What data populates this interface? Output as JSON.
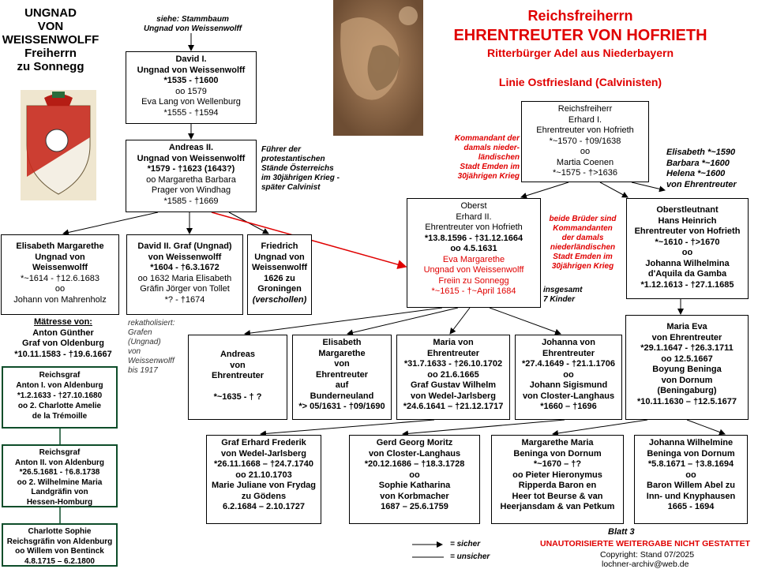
{
  "title_left": [
    "UNGNAD",
    "VON",
    "WEISSENWOLFF",
    "Freiherrn",
    "zu Sonnegg"
  ],
  "header": {
    "line1": "Reichsfreiherrn",
    "line2": "EHRENTREUTER    VON    HOFRIETH",
    "line3": "Ritterbürger Adel aus Niederbayern",
    "line4": "Linie Ostfriesland (Calvinisten)"
  },
  "notes": {
    "see_tree": [
      "siehe: Stammbaum",
      "Ungnad von Weissenwolff"
    ],
    "fuehrer": [
      "Führer der",
      "protestantischen",
      "Stände Österreichs",
      "im 30jährigen Krieg -",
      "später Calvinist"
    ],
    "kommandant": [
      "Kommandant der",
      "damals nieder-",
      "ländischen",
      "Stadt Emden im",
      "30jährigen Krieg"
    ],
    "brueder": [
      "beide Brüder sind",
      "Kommandanten",
      "der damals",
      "niederländischen",
      "Stadt Emden im",
      "30jährigen Krieg"
    ],
    "sisters": [
      "Elisabeth *~1590",
      "Barbara  *~1600",
      "Helena    *~1600",
      "von Ehrentreuter"
    ],
    "insgesamt": [
      "insgesamt",
      "7 Kinder"
    ],
    "rekatholisiert": [
      "rekatholisiert:",
      "Grafen",
      "(Ungnad)",
      "von",
      "Weissenwolff",
      "bis 1917"
    ],
    "maetresse": [
      "Mätresse von:",
      "Anton Günther",
      "Graf von Oldenburg",
      "*10.11.1583 - †19.6.1667"
    ]
  },
  "boxes": {
    "david1": [
      "David I.",
      "Ungnad von Weissenwolff",
      "*1535 - †1600",
      "oo 1579",
      "Eva Lang von Wellenburg",
      "*1555 - †1594"
    ],
    "andreas2": [
      "Andreas II.",
      "Ungnad von Weissenwolff",
      "*1579 - †1623 (1643?)",
      "oo Margaretha Barbara",
      "Prager von Windhag",
      "*1585 - †1669"
    ],
    "elisabeth_margarethe_u": [
      "Elisabeth Margarethe",
      "Ungnad von",
      "Weissenwolff",
      "*~1614 - †12.6.1683",
      "oo",
      "Johann von Mahrenholz"
    ],
    "david2": [
      "David II. Graf (Ungnad)",
      "von Weissenwolff",
      "*1604 - †6.3.1672",
      "oo 1632 Maria Elisabeth",
      "Gräfin Jörger von Tollet",
      "*? - †1674"
    ],
    "friedrich": [
      "Friedrich",
      "Ungnad von",
      "Weissenwolff",
      "1626 zu",
      "Groningen",
      "(verschollen)"
    ],
    "erhard1": [
      "Reichsfreiherr",
      "Erhard I.",
      "Ehrentreuter von Hofrieth",
      "*~1570 - †09/1638",
      "oo",
      "Martia Coenen",
      "*~1575 - †>1636"
    ],
    "erhard2": [
      "Oberst",
      "Erhard II.",
      "Ehrentreuter von Hofrieth",
      "*13.8.1596 - †31.12.1664",
      "oo 4.5.1631"
    ],
    "erhard2_wife": [
      "Eva Margarethe",
      "Ungnad von Weissenwolff",
      "Freiin zu Sonnegg",
      "*~1615 - †~April 1684"
    ],
    "hans_heinrich": [
      "Oberstleutnant",
      "Hans Heinrich",
      "Ehrentreuter von Hofrieth",
      "*~1610 - †>1670",
      "oo",
      "Johanna Wilhelmina",
      "d'Aquila  da Gamba",
      "*1.12.1613 - †27.1.1685"
    ],
    "andreas_e": [
      "Andreas",
      "von",
      "Ehrentreuter",
      "",
      "*~1635 - † ?"
    ],
    "elisabeth_margarethe_e": [
      "Elisabeth",
      "Margarethe",
      "von",
      "Ehrentreuter",
      "auf",
      "Bunderneuland",
      "*> 05/1631 - †09/1690"
    ],
    "maria": [
      "Maria von",
      "Ehrentreuter",
      "*31.7.1633 - †26.10.1702",
      "oo 21.6.1665",
      "Graf Gustav Wilhelm",
      "von Wedel-Jarlsberg",
      "*24.6.1641 – †21.12.1717"
    ],
    "johanna": [
      "Johanna von",
      "Ehrentreuter",
      "*27.4.1649 - †21.1.1706",
      "oo",
      "Johann Sigismund",
      "von Closter-Langhaus",
      "*1660 – †1696"
    ],
    "maria_eva": [
      "Maria Eva",
      "von Ehrentreuter",
      "*29.1.1647 - †26.3.1711",
      "oo 12.5.1667",
      "Boyung Beninga",
      "von Dornum",
      "(Beningaburg)",
      "*10.11.1630 – †12.5.1677"
    ],
    "erhard_frederik": [
      "Graf Erhard Frederik",
      "von Wedel-Jarlsberg",
      "*26.11.1668 – †24.7.1740",
      "oo 21.10.1703",
      "Marie Juliane von Frydag",
      "zu Gödens",
      "6.2.1684 – 2.10.1727"
    ],
    "gerd_georg": [
      "Gerd Georg Moritz",
      "von Closter-Langhaus",
      "*20.12.1686 – †18.3.1728",
      "oo",
      "Sophie Katharina",
      "von Korbmacher",
      "1687 – 25.6.1759"
    ],
    "margarethe_maria": [
      "Margarethe Maria",
      "Beninga von Dornum",
      "*~1670 – †?",
      "oo Pieter Hieronymus",
      "Ripperda Baron en",
      "Heer tot Beurse & van",
      "Heerjansdam & van Petkum"
    ],
    "johanna_wilhelmine": [
      "Johanna Wilhelmine",
      "Beninga von Dornum",
      "*5.8.1671 – †3.8.1694",
      "oo",
      "Baron Willem Abel zu",
      "Inn- und Knyphausen",
      "1665 - 1694"
    ],
    "anton1": [
      "Reichsgraf",
      "Anton I. von Aldenburg",
      "*1.2.1633 - †27.10.1680",
      "oo 2. Charlotte Amelie",
      "de la Trémoille"
    ],
    "anton2": [
      "Reichsgraf",
      "Anton II. von Aldenburg",
      "*26.5.1681 - †6.8.1738",
      "oo 2. Wilhelmine Maria",
      "Landgräfin von",
      "Hessen-Homburg"
    ],
    "charlotte": [
      "Charlotte Sophie",
      "Reichsgräfin von Aldenburg",
      "oo Willem von Bentinck",
      "4.8.1715 – 6.2.1800"
    ]
  },
  "legend": {
    "sure": "= sicher",
    "unsure": "= unsicher"
  },
  "footer": {
    "blatt": "Blatt 3",
    "warning": "UNAUTORISIERTE  WEITERGABE  NICHT  GESTATTET",
    "copyright": "Copyright: Stand 07/2025",
    "email": "lochner-archiv@web.de"
  },
  "images": {
    "coat_of_arms": "coat-of-arms-ungnad",
    "relief": "stone-relief-photo"
  },
  "colors": {
    "accent_red": "#e00000",
    "green_border": "#0e4d2a",
    "relief_brown": "#8a6a4a"
  }
}
